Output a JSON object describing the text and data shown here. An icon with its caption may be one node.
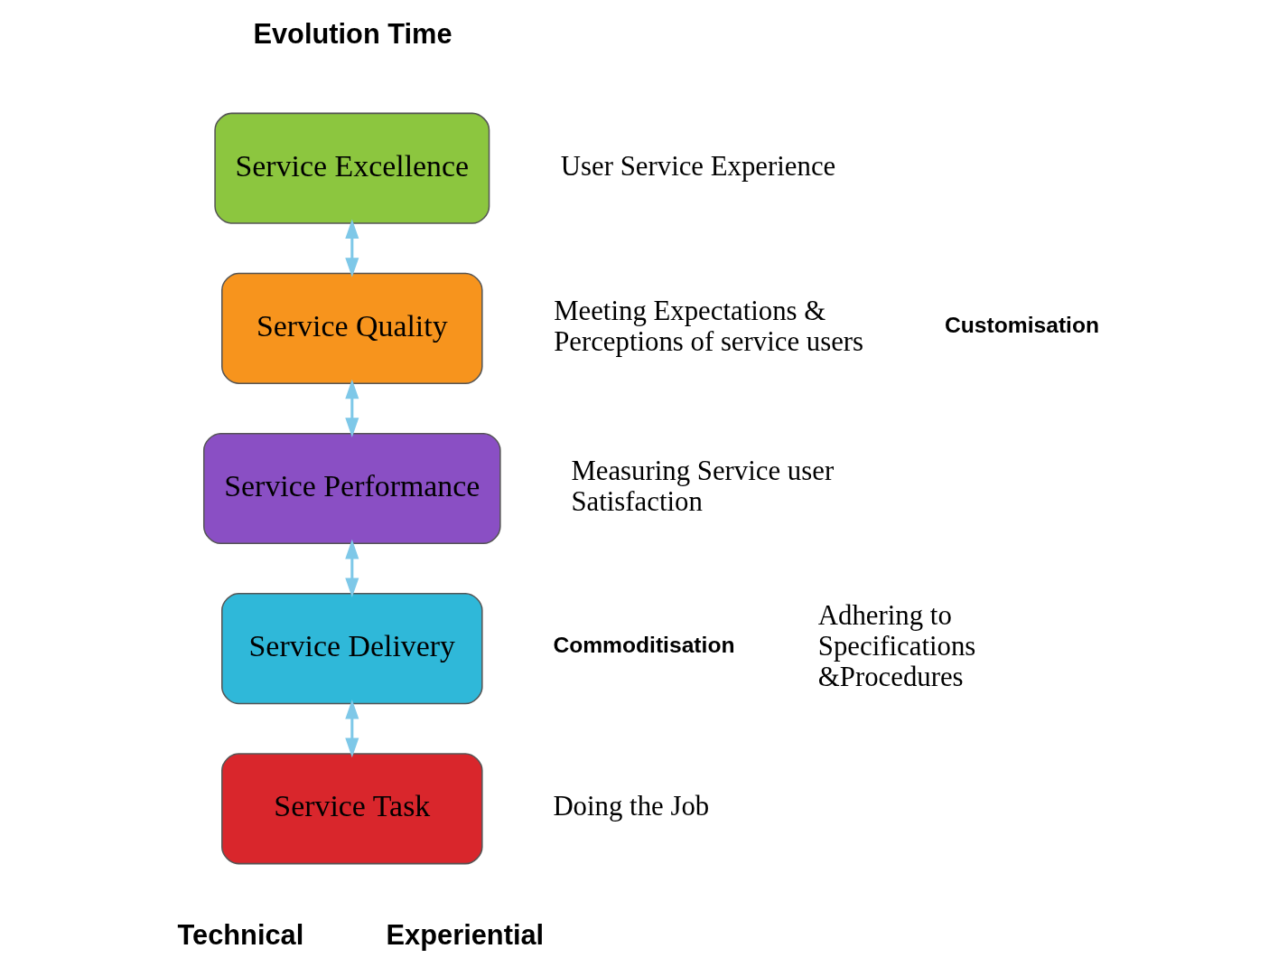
{
  "diagram": {
    "nodes": [
      {
        "text": [
          "Service Excellence"
        ]
      },
      {
        "text": [
          "Service Quality"
        ]
      },
      {
        "text": [
          "Service Performance"
        ]
      },
      {
        "text": [
          "Service Delivery"
        ]
      },
      {
        "text": [
          "Service Task"
        ]
      }
    ],
    "edges": [
      {
        "from": 0,
        "to": 1,
        "arrow": "both"
      },
      {
        "from": 1,
        "to": 2,
        "arrow": "both"
      },
      {
        "from": 2,
        "to": 3,
        "arrow": "both"
      },
      {
        "from": 3,
        "to": 4,
        "arrow": "both"
      }
    ],
    "labels": [
      "Evolution Time",
      "User Service Experience",
      "Meeting Expectations & Perceptions of service users",
      "Customisation",
      "Measuring Service user Satisfaction",
      "Commoditisation",
      "Adhering to Specifications &Procedures",
      "Doing the Job",
      "Technical",
      "Experiential"
    ]
  }
}
